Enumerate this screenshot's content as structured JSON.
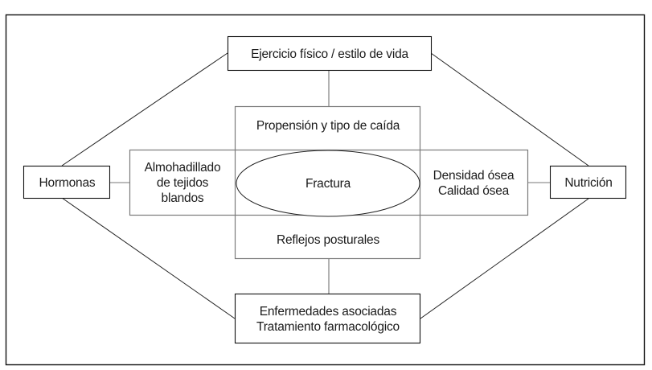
{
  "diagram": {
    "nodes": {
      "top": {
        "label": "Ejercicio físico / estilo de vida"
      },
      "left": {
        "label": "Hormonas"
      },
      "right": {
        "label": "Nutrición"
      },
      "bottom": {
        "lines": [
          "Enfermedades asociadas",
          "Tratamiento farmacológico"
        ]
      },
      "inner_top": {
        "label": "Propensión y tipo de caída"
      },
      "inner_bottom": {
        "label": "Reflejos posturales"
      },
      "inner_left": {
        "lines": [
          "Almohadillado",
          "de tejidos",
          "blandos"
        ]
      },
      "inner_right": {
        "lines": [
          "Densidad ósea",
          "Calidad ósea"
        ]
      },
      "center": {
        "label": "Fractura"
      }
    },
    "colors": {
      "stroke_dark": "#111111",
      "stroke_gray": "#8a8a8a",
      "text": "#1a1a1a"
    }
  }
}
